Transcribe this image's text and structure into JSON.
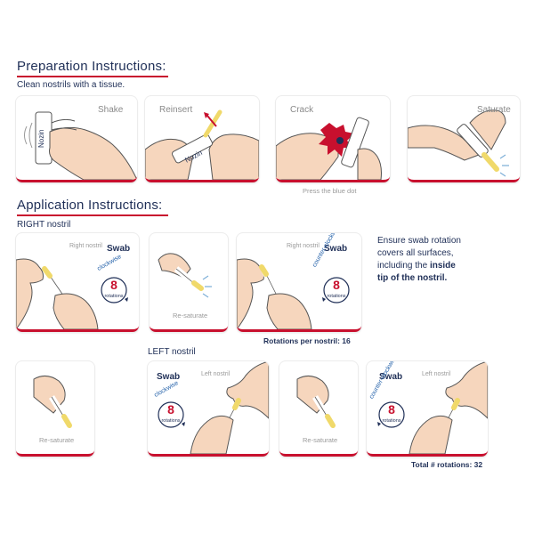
{
  "preparation": {
    "title": "Preparation Instructions:",
    "subtitle": "Clean nostrils with a tissue.",
    "steps": [
      {
        "label": "Shake"
      },
      {
        "label": "Reinsert"
      },
      {
        "label": "Crack",
        "caption": "Press the blue dot"
      },
      {
        "label": "Saturate"
      }
    ],
    "brand": "Nozin"
  },
  "application": {
    "title": "Application Instructions:",
    "right_nostril": {
      "title": "RIGHT nostril",
      "panel1": {
        "nostril": "Right nostril",
        "action": "Swab",
        "direction": "clockwise",
        "count": "8",
        "unit": "rotations"
      },
      "panel2": {
        "caption": "Re-saturate"
      },
      "panel3": {
        "nostril": "Right nostril",
        "action": "Swab",
        "direction": "counter-clockwise",
        "count": "8",
        "unit": "rotations"
      },
      "summary": "Rotations per nostril: 16"
    },
    "left_nostril": {
      "title": "LEFT nostril",
      "panel1": {
        "caption": "Re-saturate"
      },
      "panel2": {
        "nostril": "Left nostril",
        "action": "Swab",
        "direction": "clockwise",
        "count": "8",
        "unit": "rotations"
      },
      "panel3": {
        "caption": "Re-saturate"
      },
      "panel4": {
        "nostril": "Left nostril",
        "action": "Swab",
        "direction": "counter-clockwise",
        "count": "8",
        "unit": "rotations"
      },
      "summary": "Total # rotations: 32"
    },
    "note": {
      "line1": "Ensure swab rotation",
      "line2": "covers all surfaces,",
      "line3a": "including the ",
      "line3b": "inside",
      "line4": "tip of the nostril."
    }
  },
  "colors": {
    "accent": "#c8102e",
    "navy": "#1f2f57",
    "rotation_blue": "#1f5ea8",
    "skin": "#f6d6bd",
    "swab_tip": "#f0d96a"
  }
}
